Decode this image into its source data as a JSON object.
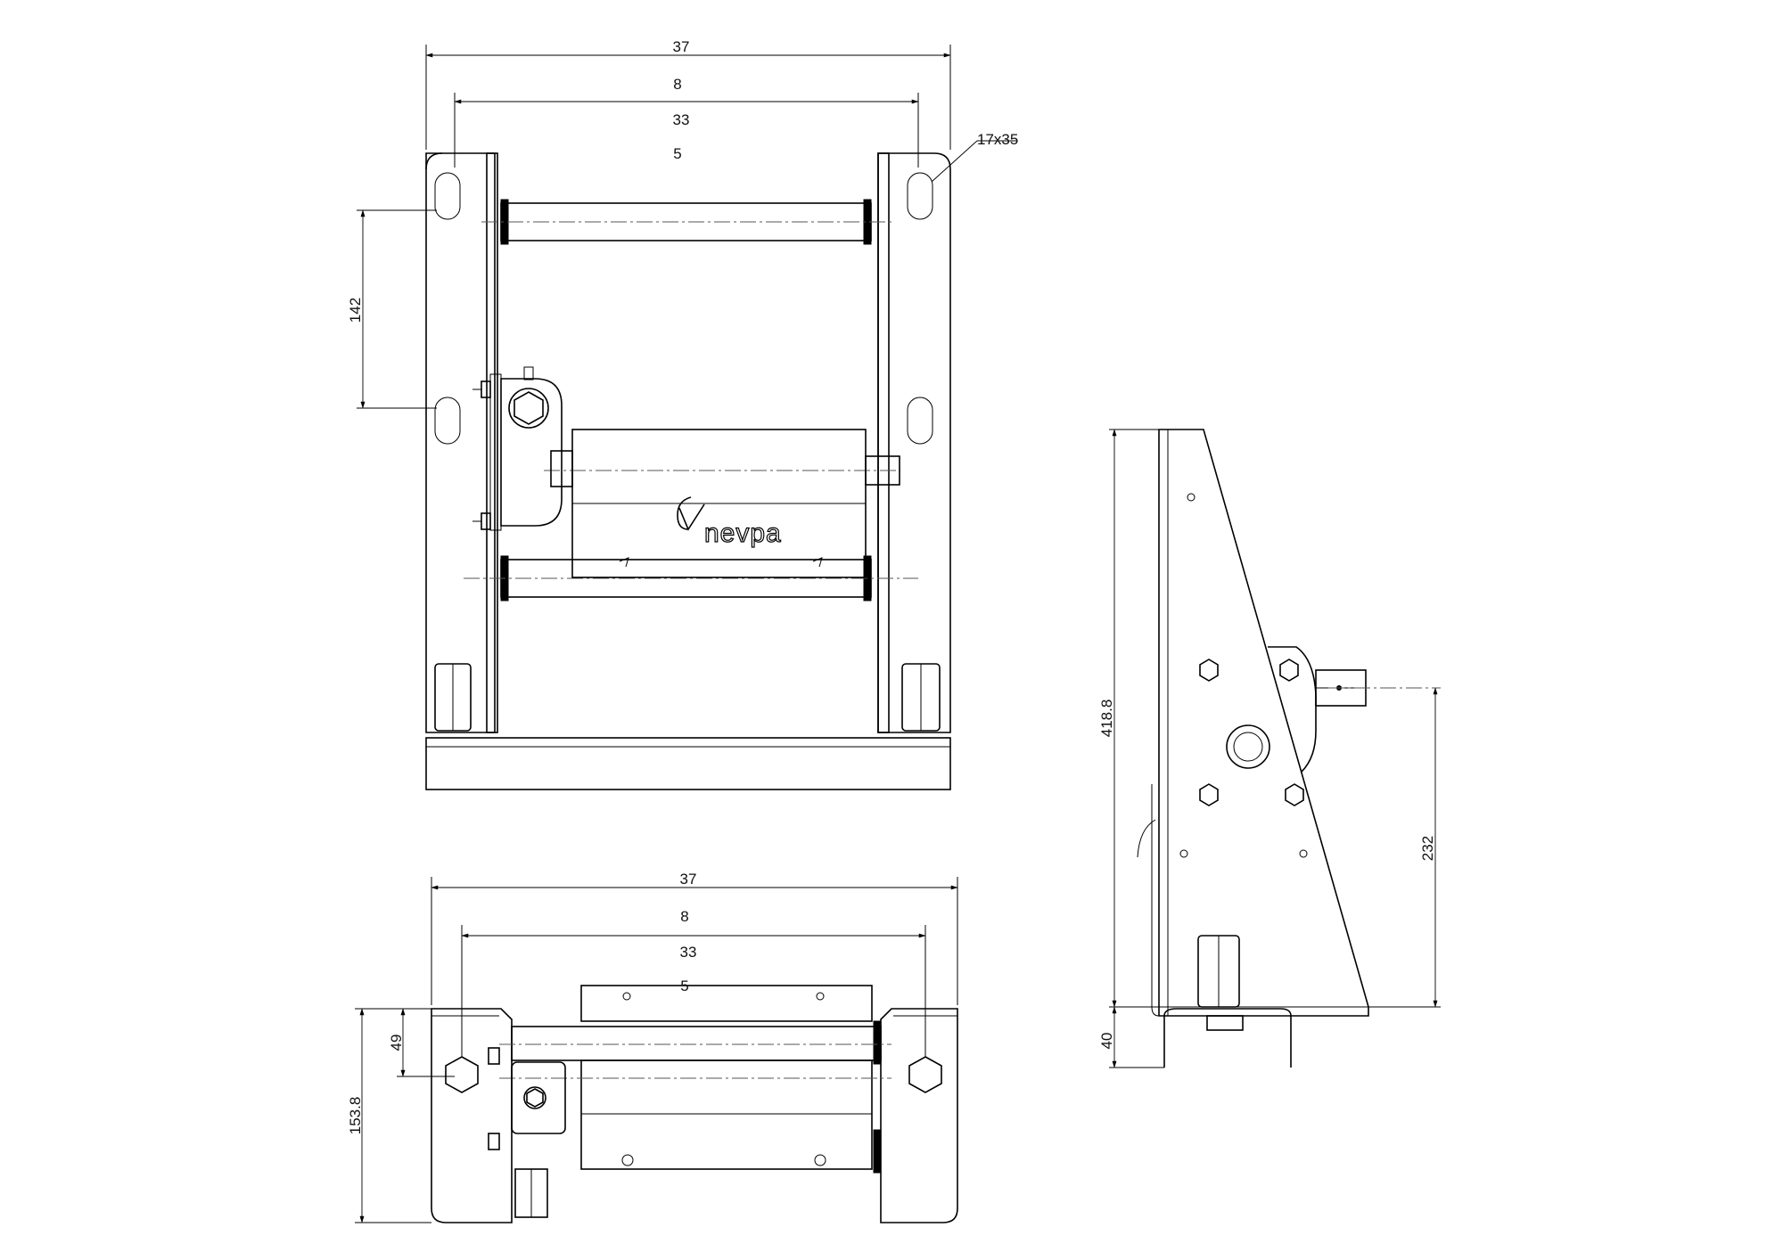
{
  "brand": {
    "name": "nevpa"
  },
  "views": {
    "top": {
      "dims": {
        "overall_width": "37",
        "inner_width": "8",
        "span": "33",
        "center": "5",
        "slot": "17x35",
        "hole_pitch": "142"
      }
    },
    "front": {
      "dims": {
        "overall_width": "37",
        "inner_width": "8",
        "span": "33",
        "center": "5",
        "height": "153.8",
        "offset": "49"
      }
    },
    "side": {
      "dims": {
        "height": "418.8",
        "shaft_height": "232",
        "foot": "40"
      }
    }
  }
}
